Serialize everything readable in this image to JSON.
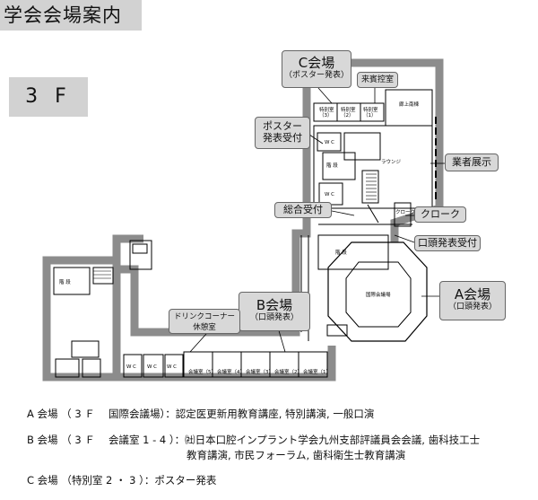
{
  "title": "学会会場案内",
  "floor": "3 F",
  "callouts": {
    "c_hall": {
      "name": "C会場",
      "sub": "（ポスター発表）"
    },
    "guest_room": "来賓控室",
    "poster_reception": [
      "ポスター",
      "発表受付"
    ],
    "exhibitors": "業者展示",
    "general_reception": "総合受付",
    "cloak": "クローク",
    "oral_reception": "口頭発表受付",
    "a_hall": {
      "name": "A会場",
      "sub": "（口頭発表）"
    },
    "b_hall": {
      "name": "B会場",
      "sub": "（口頭発表）"
    },
    "drink_corner": [
      "ドリンクコーナー",
      "休憩室"
    ]
  },
  "map_labels": {
    "special_rooms": [
      "特別室\n（3）",
      "特別室\n（2）",
      "特別室\n（1）"
    ],
    "elevator_hall": "廊上南棟",
    "lounge": "ラウンジ",
    "stairs": "階 段",
    "wc": "W C",
    "cloak_small": "クローク",
    "intl_hall": "国際会議場",
    "meeting_rooms": [
      "会議室（5）",
      "会議室（4）",
      "会議室（3）",
      "会議室（2）",
      "会議室（1）"
    ]
  },
  "descriptions": [
    "A 会場 （ 3 Ｆ 　国際会議場）：認定医更新用教育講座, 特別講演, 一般口演",
    "B 会場 （ 3 Ｆ 　会議室 1 - 4 ）：㈳日本口腔インプラント学会九州支部評議員会会議, 歯科技工士",
    "教育講演, 市民フォーラム, 歯科衛生士教育講演",
    "C 会場 （特別室 2 ・ 3 ）：ポスター発表"
  ]
}
